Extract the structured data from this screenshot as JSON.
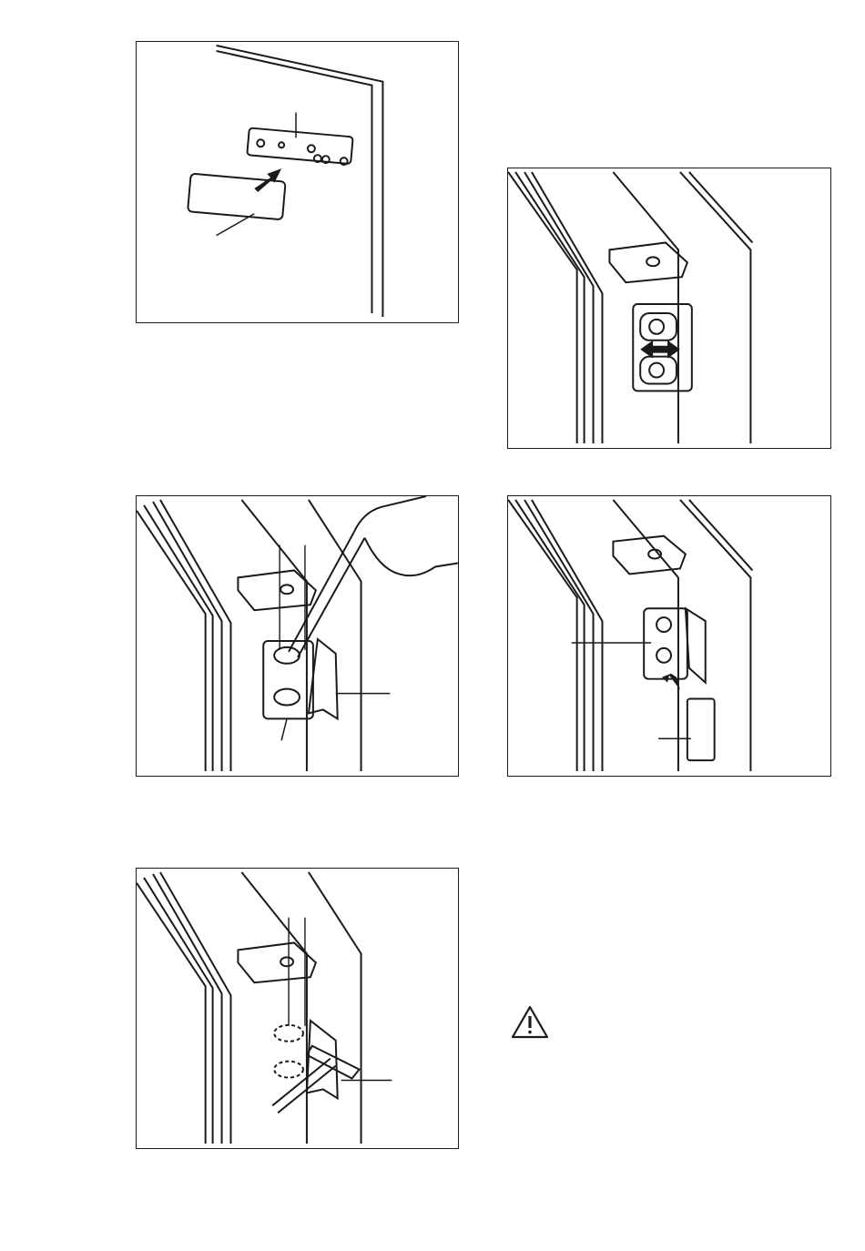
{
  "page": {
    "figures": [
      {
        "id": "fig-1",
        "icon": "trim-cover-on-door-bracket-diagram"
      },
      {
        "id": "fig-2",
        "icon": "door-hinge-adjust-left-right-diagram"
      },
      {
        "id": "fig-3",
        "icon": "screwdriver-on-bracket-diagram"
      },
      {
        "id": "fig-4",
        "icon": "bracket-cover-attach-diagram"
      },
      {
        "id": "fig-5",
        "icon": "hammer-bracket-diagram"
      }
    ],
    "warning": {
      "icon": "warning-triangle-icon"
    }
  }
}
